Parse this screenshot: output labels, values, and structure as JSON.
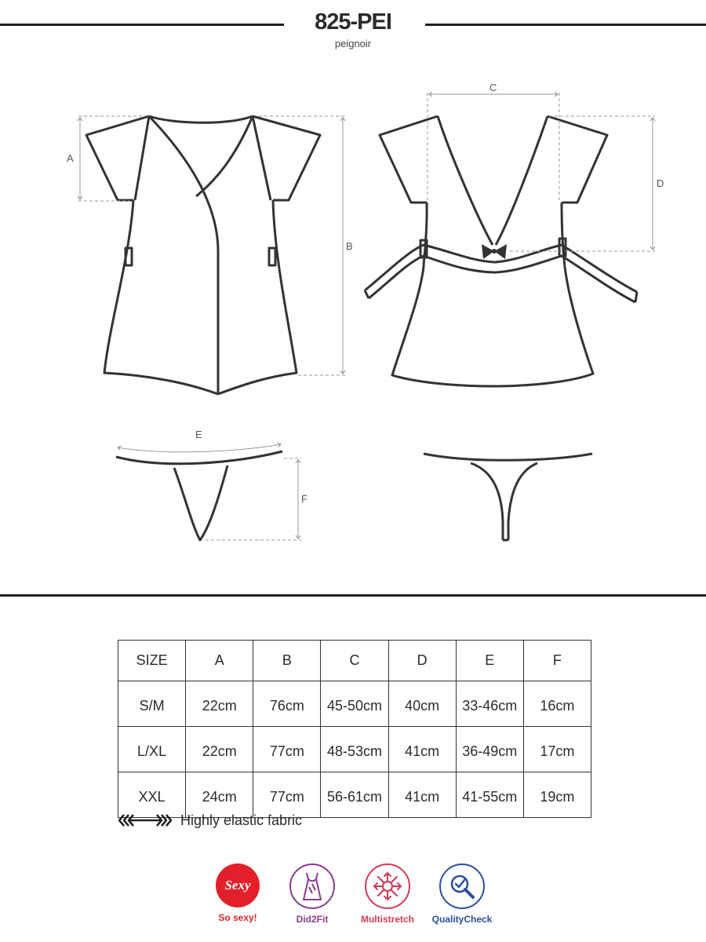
{
  "header": {
    "title": "825-PEI",
    "subtitle": "peignoir"
  },
  "dimensions": {
    "a": "A",
    "b": "B",
    "c": "C",
    "d": "D",
    "e": "E",
    "f": "F"
  },
  "size_table": {
    "headers": [
      "SIZE",
      "A",
      "B",
      "C",
      "D",
      "E",
      "F"
    ],
    "rows": [
      [
        "S/M",
        "22cm",
        "76cm",
        "45-50cm",
        "40cm",
        "33-46cm",
        "16cm"
      ],
      [
        "L/XL",
        "22cm",
        "77cm",
        "48-53cm",
        "41cm",
        "36-49cm",
        "17cm"
      ],
      [
        "XXL",
        "24cm",
        "77cm",
        "56-61cm",
        "41cm",
        "41-55cm",
        "19cm"
      ]
    ]
  },
  "feature": {
    "icon": "elastic-arrows-icon",
    "text": "Highly elastic fabric"
  },
  "badges": [
    {
      "icon": "sexy-icon",
      "icon_text": "Sexy",
      "label": "So sexy!",
      "color": "#e3202a"
    },
    {
      "icon": "dress-fit-icon",
      "label": "Did2Fit",
      "color": "#8a3b8f"
    },
    {
      "icon": "multistretch-icon",
      "label": "Multistretch",
      "color": "#d23a55"
    },
    {
      "icon": "quality-check-icon",
      "label": "QualityCheck",
      "color": "#2a4f9c"
    }
  ]
}
